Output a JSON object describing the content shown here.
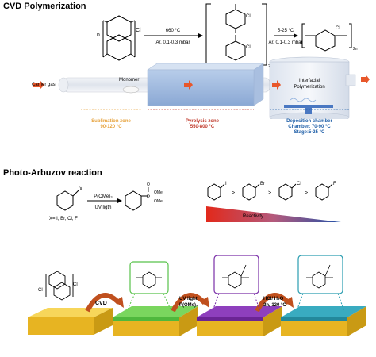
{
  "sections": {
    "cvd_title": "CVD Polymerization",
    "arbuzov_title": "Photo-Arbuzov reaction"
  },
  "cvd_scheme": {
    "monomer_subscript": "n",
    "monomer_cl": "Cl",
    "step1_temp": "660 °C",
    "step1_cond": "Ar, 0.1-0.3 mbar",
    "intermediate_cl_top": "Cl",
    "intermediate_cl_bottom": "Cl",
    "intermediate_subscript": "2n",
    "step2_temp": "5-25 °C",
    "step2_cond": "Ar, 0.1-0.3 mbar",
    "polymer_cl": "Cl",
    "polymer_subscript": "2n"
  },
  "apparatus": {
    "carrier_gas": "Carrier gas",
    "monomer": "Monomer",
    "interfacial_line1": "Interfacial",
    "interfacial_line2": "Polymerization",
    "sublimation_name": "Sublimation zone",
    "sublimation_temp": "90-120 °C",
    "pyrolysis_name": "Pyrolysis zone",
    "pyrolysis_temp": "550-800 °C",
    "deposition_name": "Deposition chamber",
    "deposition_chamber": "Chamber: 70-90 °C",
    "deposition_stage": "Stage:5-25 °C",
    "colors": {
      "sublimation": "#e6a23c",
      "pyrolysis": "#c0392b",
      "deposition": "#1f5fa8"
    }
  },
  "arbuzov_scheme": {
    "reactant_x": "X",
    "reagent": "P(OMe)₃",
    "condition": "UV ligth",
    "product_o": "O",
    "product_p": "P",
    "product_ome1": "OMe",
    "product_ome2": "OMe",
    "x_options": "X= I, Br, Cl, F",
    "halogens": [
      "I",
      "Br",
      "Cl",
      "F"
    ],
    "comparison": ">",
    "reactivity": "Reactivity"
  },
  "process": {
    "step1": "CVD",
    "step2_line1": "UV light",
    "step2_line2": "P(OMe)₃",
    "step3_line1": "HCl/ H₂O",
    "step3_line2": "2h, 120 °C",
    "cl_label": "Cl",
    "cl_label2": "Cl",
    "substrate_colors": [
      "#f2c230",
      "#58c24a",
      "#7a2fa8",
      "#2a9db0"
    ]
  }
}
